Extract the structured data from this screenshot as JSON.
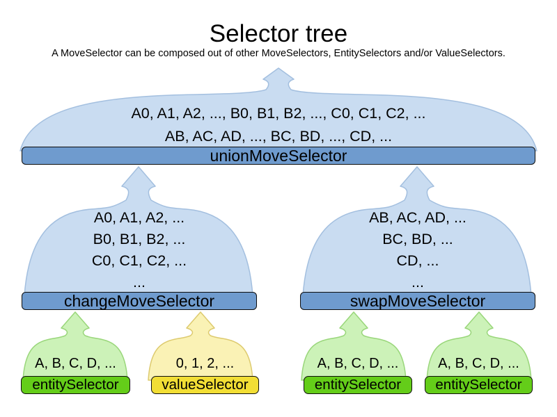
{
  "title": "Selector tree",
  "subtitle": "A MoveSelector can be composed out of other MoveSelectors, EntitySelectors and/or ValueSelectors.",
  "colors": {
    "text": "#000000",
    "bar_border": "#0d0d0d",
    "blue_cloud": "#c9dcf1",
    "blue_cloud_border": "#a3bfdf",
    "blue_bar": "#6f9bce",
    "green_cloud": "#ccf2b8",
    "green_cloud_border": "#99d67a",
    "green_bar": "#64cd19",
    "yellow_cloud": "#faf2b5",
    "yellow_cloud_border": "#ddca6e",
    "yellow_bar": "#f2de35"
  },
  "nodes": {
    "union": {
      "label": "unionMoveSelector",
      "lines": [
        "A0, A1, A2, ..., B0, B1, B2, ..., C0, C1, C2, ...",
        "AB, AC, AD, ..., BC, BD, ..., CD, ..."
      ]
    },
    "change": {
      "label": "changeMoveSelector",
      "lines": [
        "A0, A1, A2, ...",
        "B0, B1, B2, ...",
        "C0, C1, C2, ...",
        "..."
      ]
    },
    "swap": {
      "label": "swapMoveSelector",
      "lines": [
        "AB, AC, AD, ...",
        "BC, BD, ...",
        "CD, ...",
        "..."
      ]
    },
    "entity1": {
      "label": "entitySelector",
      "lines": [
        "A, B, C, D, ..."
      ]
    },
    "value1": {
      "label": "valueSelector",
      "lines": [
        "0, 1, 2, ..."
      ]
    },
    "entity2": {
      "label": "entitySelector",
      "lines": [
        "A, B, C, D, ..."
      ]
    },
    "entity3": {
      "label": "entitySelector",
      "lines": [
        "A, B, C, D, ..."
      ]
    }
  }
}
